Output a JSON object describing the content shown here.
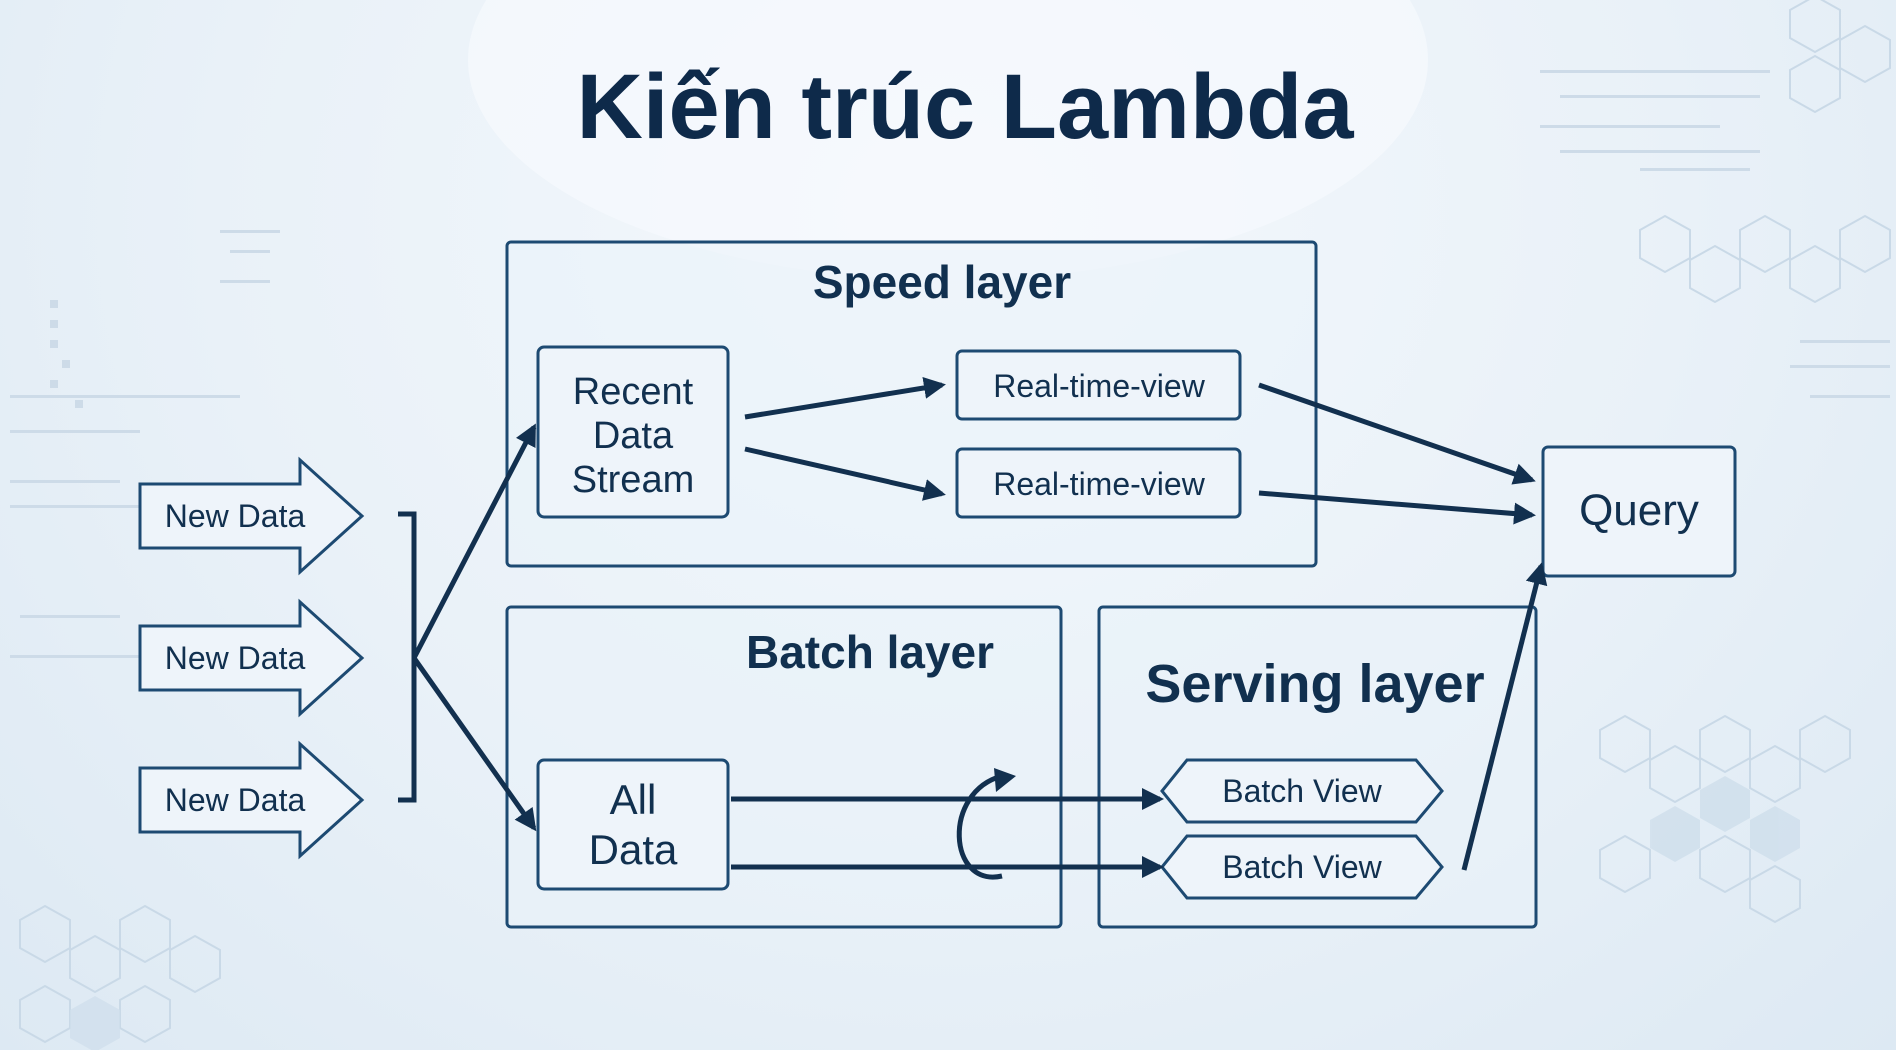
{
  "title": "Kiến trúc Lambda",
  "inputs": [
    "New Data",
    "New Data",
    "New Data"
  ],
  "speed_layer": {
    "label": "Speed layer",
    "source": [
      "Recent",
      "Data",
      "Stream"
    ],
    "views": [
      "Real-time-view",
      "Real-time-view"
    ]
  },
  "batch_layer": {
    "label": "Batch layer",
    "source": [
      "All",
      "Data"
    ]
  },
  "serving_layer": {
    "label": "Serving layer",
    "views": [
      "Batch View",
      "Batch View"
    ]
  },
  "query": "Query",
  "colors": {
    "title": "#0e2a4a",
    "stroke": "#1d4a72",
    "arrow": "#12304f",
    "background": "#e9f1f8"
  }
}
